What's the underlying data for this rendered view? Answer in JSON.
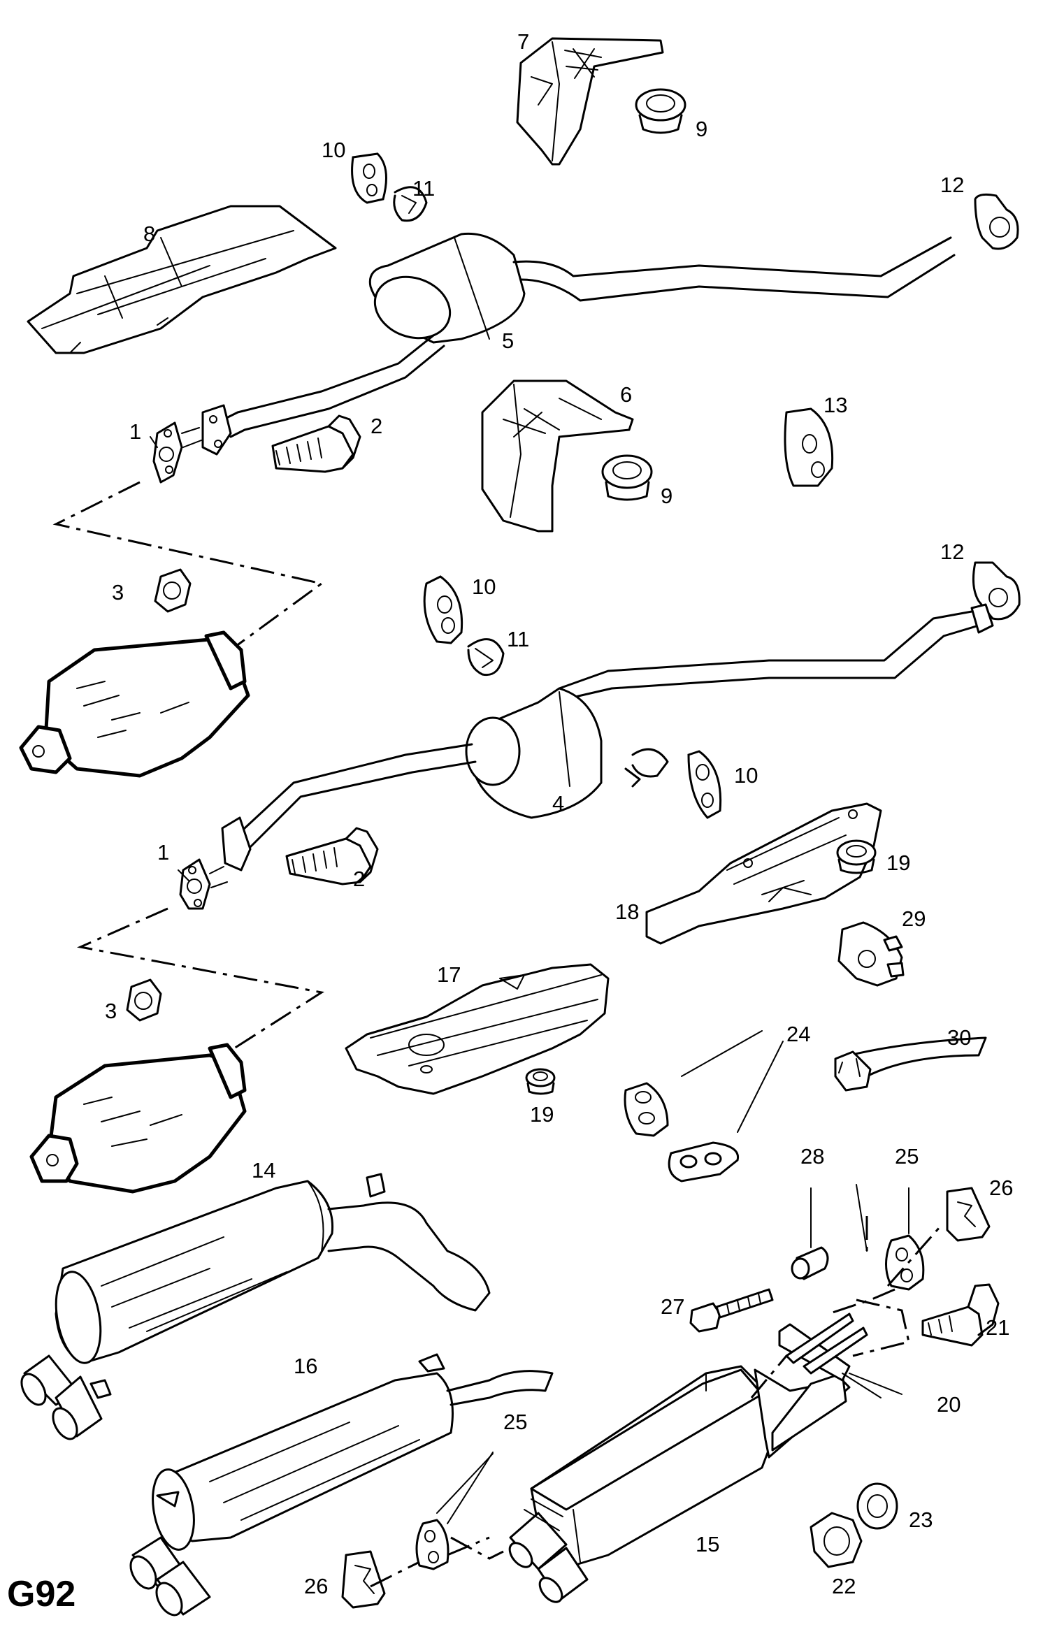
{
  "figure_code": "G92",
  "callouts": {
    "c1a": "1",
    "c1b": "1",
    "c2a": "2",
    "c2b": "2",
    "c3a": "3",
    "c3b": "3",
    "c4": "4",
    "c5": "5",
    "c6": "6",
    "c7": "7",
    "c8": "8",
    "c9a": "9",
    "c9b": "9",
    "c10a": "10",
    "c10b": "10",
    "c10c": "10",
    "c11a": "11",
    "c11b": "11",
    "c12a": "12",
    "c12b": "12",
    "c13": "13",
    "c14": "14",
    "c15": "15",
    "c16": "16",
    "c17": "17",
    "c18": "18",
    "c19a": "19",
    "c19b": "19",
    "c20": "20",
    "c21": "21",
    "c22": "22",
    "c23": "23",
    "c24": "24",
    "c25a": "25",
    "c25b": "25",
    "c26a": "26",
    "c26b": "26",
    "c27": "27",
    "c28": "28",
    "c29": "29",
    "c30": "30"
  }
}
